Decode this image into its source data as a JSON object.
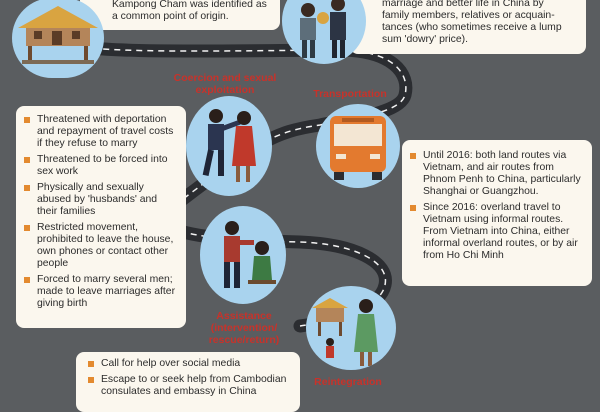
{
  "intro_panel": {
    "text_line1": "Kampong Cham was identified as",
    "text_line2": "a common point of origin."
  },
  "recruitment_panel": {
    "text_line1": "marriage and better life in China by",
    "text_line2": "family members, relatives or acquain-",
    "text_line3": "tances (who sometimes receive a lump",
    "text_line4": "sum 'dowry' price)."
  },
  "stages": {
    "coercion": {
      "line1": "Coercion and sexual",
      "line2": "exploitation"
    },
    "transportation": "Transportation",
    "assistance": {
      "line1": "Assistance",
      "line2": "(intervention/",
      "line3": "rescue/return)"
    },
    "reintegration": "Reintegration"
  },
  "coercion_items": [
    "Threatened with deportation and repayment of travel costs if they refuse to marry",
    "Threatened to be forced into sex work",
    "Physically and sexually abused by 'husbands' and their families",
    "Restricted movement, prohibited to leave the house, own phones or contact other people",
    "Forced to marry several men; made to leave marriages after giving birth"
  ],
  "transport_items": [
    "Until 2016: both land routes via Vietnam, and air routes from Phnom Penh to China, particularly Shanghai or Guangzhou.",
    "Since 2016: overland travel to Vietnam using informal routes. From Vietnam into China, either informal overland routes, or by air from Ho Chi Minh"
  ],
  "assistance_items": [
    "Call for help over social media",
    "Escape to or seek help from Cambodian consulates and embassy in China"
  ],
  "colors": {
    "background": "#5a5d60",
    "panel": "#fbf7ee",
    "stage_label": "#c8322a",
    "bullet": "#e38a2f",
    "circle": "#a9d3ee",
    "road": "#2b2d31"
  },
  "icons": [
    "house-illustration",
    "money-exchange-illustration",
    "bus-illustration",
    "coercion-illustration",
    "assistance-illustration",
    "village-reintegration-illustration"
  ]
}
